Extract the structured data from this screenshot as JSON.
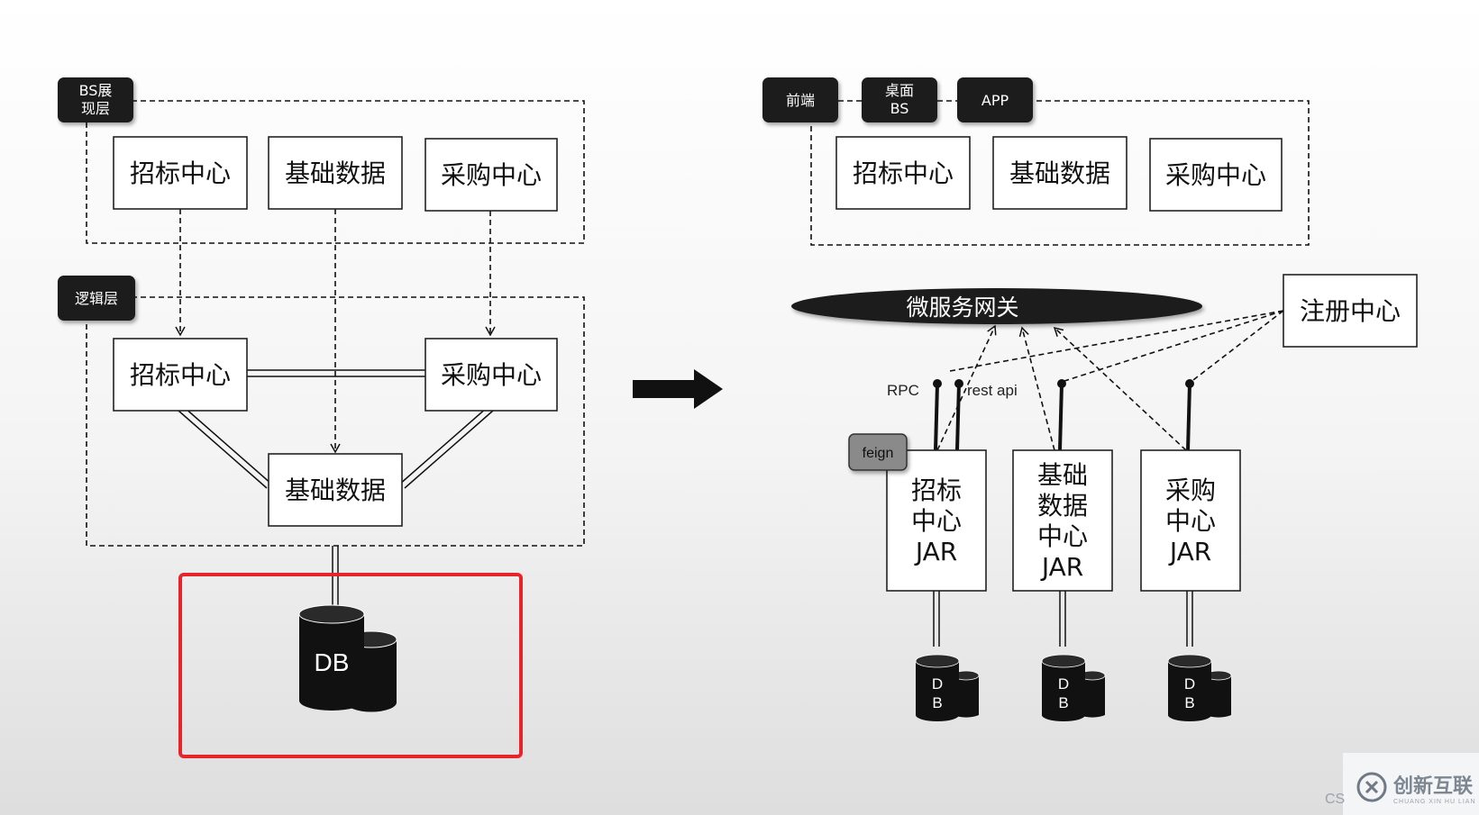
{
  "left": {
    "presentation_tag": "BS展\n现层",
    "logic_tag": "逻辑层",
    "presentation_boxes": [
      "招标中心",
      "基础数据",
      "采购中心"
    ],
    "logic_boxes": {
      "bidding": "招标中心",
      "purchase": "采购中心",
      "base": "基础数据"
    },
    "db": "DB"
  },
  "right": {
    "tags": [
      "前端",
      "桌面\nBS",
      "APP"
    ],
    "frontend_boxes": [
      "招标中心",
      "基础数据",
      "采购中心"
    ],
    "gateway": "微服务网关",
    "registry": "注册中心",
    "rpc_label": "RPC",
    "rest_label": "rest api",
    "feign_label": "feign",
    "jars": [
      "招标\n中心\nJAR",
      "基础\n数据\n中心\nJAR",
      "采购\n中心\nJAR"
    ],
    "db": "D\nB"
  },
  "watermark": {
    "brand": "创新互联",
    "brand_en": "CHUANG XIN HU LIAN",
    "prefix": "CS"
  },
  "colors": {
    "highlight": "#e8242b",
    "tag_bg": "#1a1a1a",
    "feign_bg": "#8a8a8a"
  }
}
